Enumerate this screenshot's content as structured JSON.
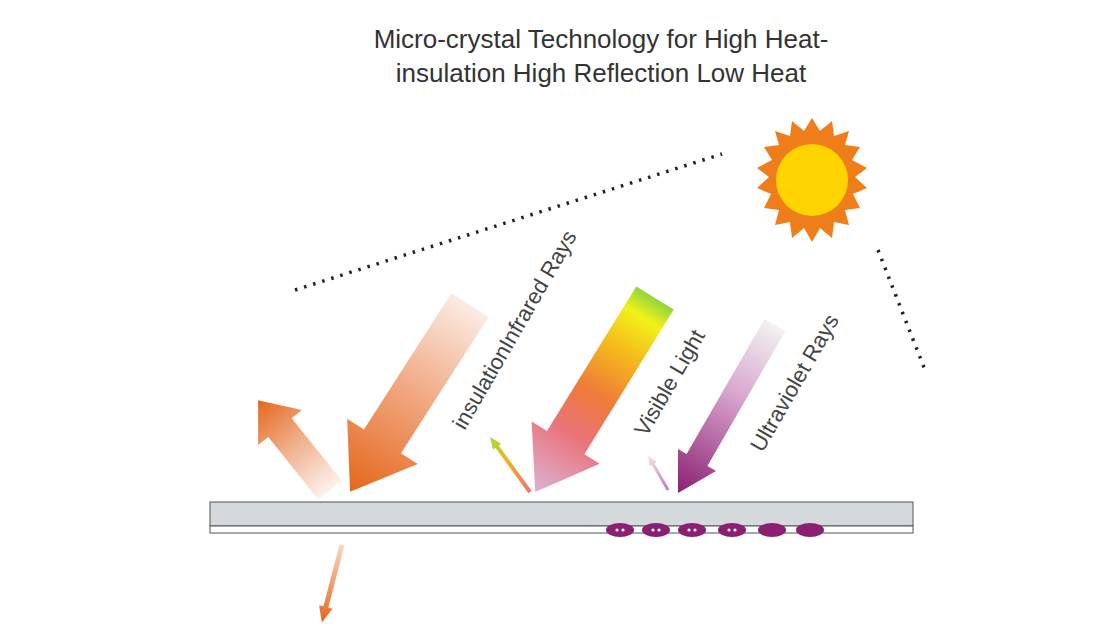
{
  "diagram": {
    "title": "Micro-crystal Technology for High Heat-insulation High Reflection Low Heat",
    "labels": [
      "insulationInfrared Rays",
      "Visible Light",
      "Ultraviolet Rays"
    ]
  }
}
